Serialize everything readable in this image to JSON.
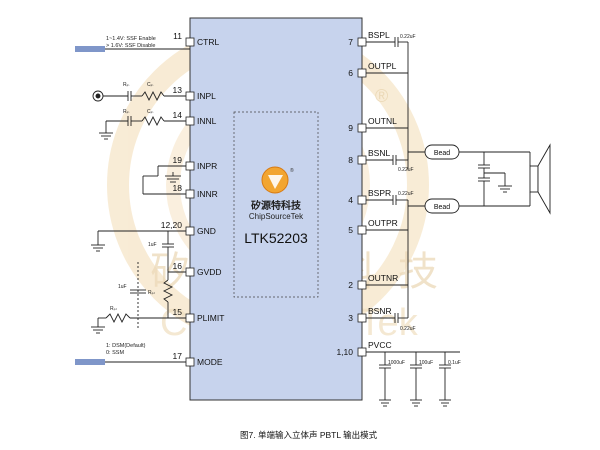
{
  "watermark": {
    "cn": "矽 源 特 科 技",
    "en": "ChipSourceTek",
    "reg_mark": "®"
  },
  "chip": {
    "part_number": "LTK52203",
    "logo_cn": "矽源特科技",
    "logo_en": "ChipSourceTek",
    "logo_reg": "®"
  },
  "left_pins": [
    {
      "num": "11",
      "name": "CTRL"
    },
    {
      "num": "13",
      "name": "INPL"
    },
    {
      "num": "14",
      "name": "INNL"
    },
    {
      "num": "19",
      "name": "INPR"
    },
    {
      "num": "18",
      "name": "INNR"
    },
    {
      "num": "12,20",
      "name": "GND"
    },
    {
      "num": "16",
      "name": "GVDD"
    },
    {
      "num": "15",
      "name": "PLIMIT"
    },
    {
      "num": "17",
      "name": "MODE"
    }
  ],
  "right_pins": [
    {
      "num": "7",
      "name": "BSPL"
    },
    {
      "num": "6",
      "name": "OUTPL"
    },
    {
      "num": "9",
      "name": "OUTNL"
    },
    {
      "num": "8",
      "name": "BSNL"
    },
    {
      "num": "4",
      "name": "BSPR"
    },
    {
      "num": "5",
      "name": "OUTPR"
    },
    {
      "num": "2",
      "name": "OUTNR"
    },
    {
      "num": "3",
      "name": "BSNR"
    },
    {
      "num": "1,10",
      "name": "PVCC"
    }
  ],
  "notes": {
    "ctrl_line1": "1~1.4V: SSF Enable",
    "ctrl_line2": "> 1.6V: SSF Disable",
    "mode_line1": "1: DSM(Default)",
    "mode_line2": "0: SSM"
  },
  "components": {
    "r_in": "Rᵢₙ",
    "c_in": "Cᵢₙ",
    "c_gvdd": "1uF",
    "c_1uf": "1uF",
    "r_pl": "Rₚₗ",
    "r_pl2": "Rₚₗ",
    "c_bs": "0.22uF",
    "bead": "Bead",
    "c_pvcc1": "1000uF",
    "c_pvcc2": "100uF",
    "c_pvcc3": "0.1uF"
  },
  "caption": "图7. 单端输入立体声 PBTL 输出模式",
  "colors": {
    "chip_fill": "#c7d3ed",
    "note_bar": "#7f96c9",
    "watermark": "#f2d6a4"
  }
}
